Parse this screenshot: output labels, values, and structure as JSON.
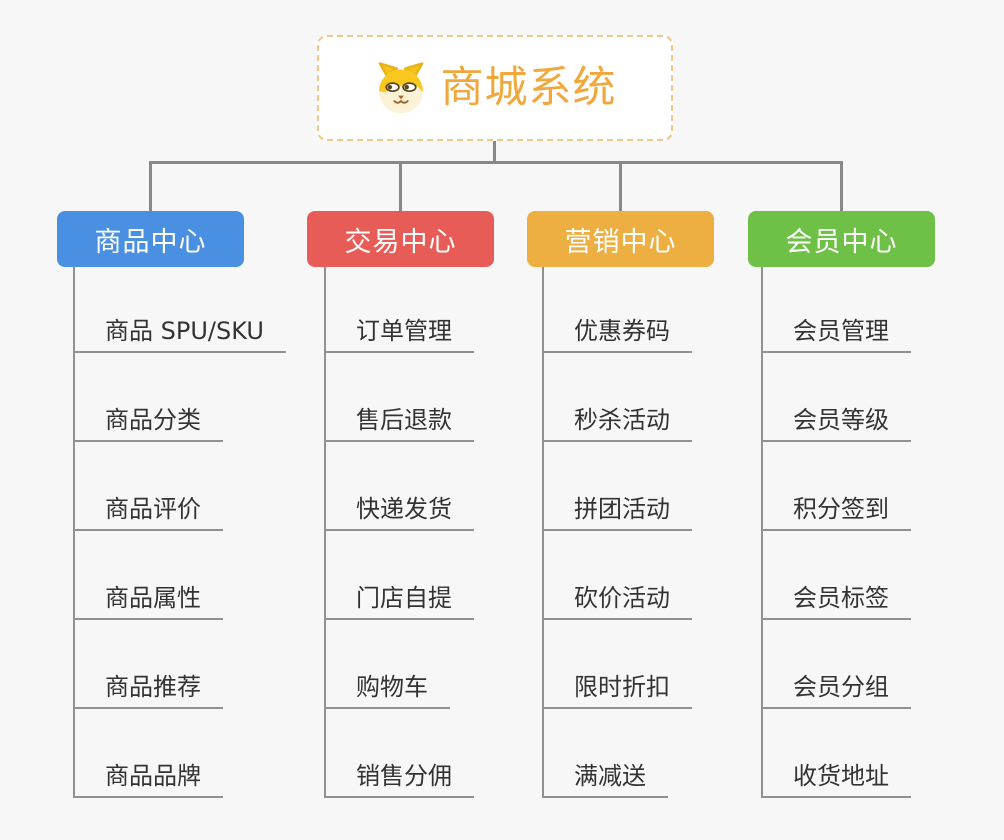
{
  "canvas": {
    "background": "#f7f7f7"
  },
  "root": {
    "title": "商城系统",
    "icon": "dog-face-icon",
    "text_color": "#f0a73c",
    "border_color": "#f2c88a",
    "background": "#ffffff"
  },
  "connectors": {
    "color": "#888888",
    "leaf_line_color": "#919191"
  },
  "branches": [
    {
      "id": "product",
      "label": "商品中心",
      "color": "#4a90e2",
      "children": [
        "商品 SPU/SKU",
        "商品分类",
        "商品评价",
        "商品属性",
        "商品推荐",
        "商品品牌"
      ]
    },
    {
      "id": "trade",
      "label": "交易中心",
      "color": "#e85c57",
      "children": [
        "订单管理",
        "售后退款",
        "快递发货",
        "门店自提",
        "购物车",
        "销售分佣"
      ]
    },
    {
      "id": "marketing",
      "label": "营销中心",
      "color": "#edaf41",
      "children": [
        "优惠券码",
        "秒杀活动",
        "拼团活动",
        "砍价活动",
        "限时折扣",
        "满减送"
      ]
    },
    {
      "id": "member",
      "label": "会员中心",
      "color": "#6fc046",
      "children": [
        "会员管理",
        "会员等级",
        "积分签到",
        "会员标签",
        "会员分组",
        "收货地址"
      ]
    }
  ]
}
